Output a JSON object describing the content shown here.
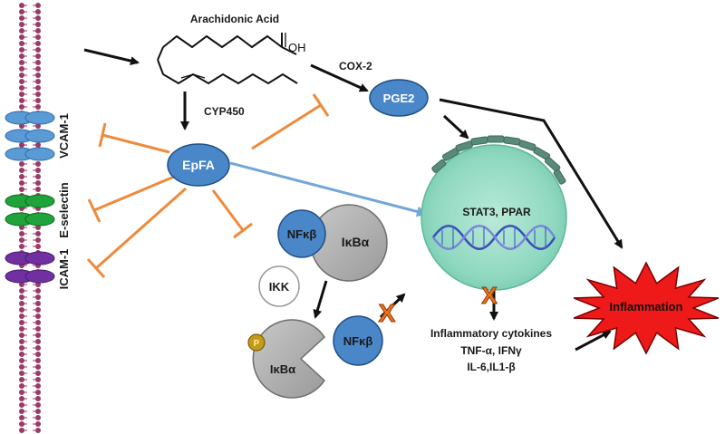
{
  "molecules": {
    "arachidonic_acid": "Arachidonic Acid",
    "oh": "OH",
    "pge2": "PGE2",
    "epfa": "EpFA",
    "nfkb_top": "NFκβ",
    "ikba_top": "IκBα",
    "ikk": "IKK",
    "ikba_bottom": "IκBα",
    "nfkb_bottom": "NFκβ",
    "phospho": "P"
  },
  "enzymes": {
    "cyp450": "CYP450",
    "cox2": "COX-2"
  },
  "adhesion_molecules": {
    "vcam": "VCAM-1",
    "eselectin": "E-selectin",
    "icam": "ICAM-1"
  },
  "nucleus": {
    "label": "STAT3, PPAR"
  },
  "cytokines": {
    "title": "Inflammatory cytokines",
    "line1": "TNF-α, IFNγ",
    "line2": "IL-6,IL1-β"
  },
  "outcome": {
    "label": "Inflammation"
  },
  "block_mark": "X",
  "colors": {
    "node_blue": "#4a87c8",
    "inhibition_orange": "#ee8a3c",
    "activation_blue": "#72a7d8",
    "nucleus_green": "#8fd8c0",
    "inflammation_red": "#ee1a1a",
    "membrane_lipid": "#9a3a68",
    "vcam_blue": "#5b9bd5",
    "eselectin_green": "#1fa33a",
    "icam_purple": "#7030a0"
  }
}
